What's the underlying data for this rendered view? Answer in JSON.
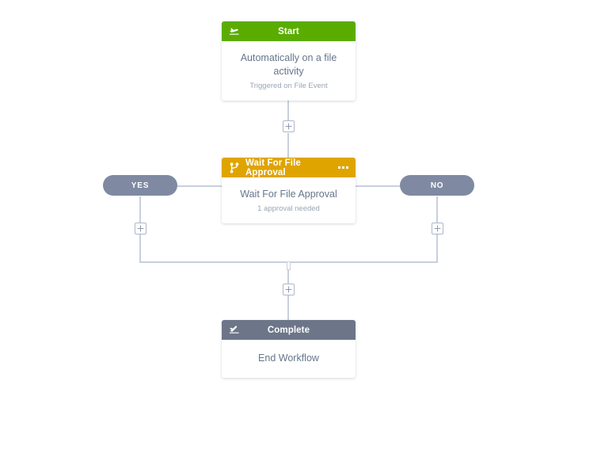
{
  "canvas": {
    "background": "#ffffff",
    "line_color": "#c8cfdd"
  },
  "colors": {
    "start_header": "#5aad00",
    "approval_header": "#e0a400",
    "complete_header": "#6d7689",
    "branch_pill": "#7f8aa2",
    "body_text": "#66768c",
    "sub_text": "#9aa6b6"
  },
  "nodes": {
    "start": {
      "header_title": "Start",
      "icon": "plane-departure-icon",
      "body_title": "Automatically on a file activity",
      "body_subtitle": "Triggered on File Event"
    },
    "approval": {
      "header_title": "Wait For File Approval",
      "icon": "code-branch-icon",
      "menu_icon": "ellipsis-icon",
      "body_title": "Wait For File Approval",
      "body_subtitle": "1 approval needed"
    },
    "complete": {
      "header_title": "Complete",
      "icon": "plane-arrival-icon",
      "body_title": "End Workflow"
    }
  },
  "branches": {
    "yes_label": "YES",
    "no_label": "NO"
  },
  "add_buttons": {
    "after_start": "+",
    "yes_branch": "+",
    "no_branch": "+",
    "before_complete": "+"
  }
}
